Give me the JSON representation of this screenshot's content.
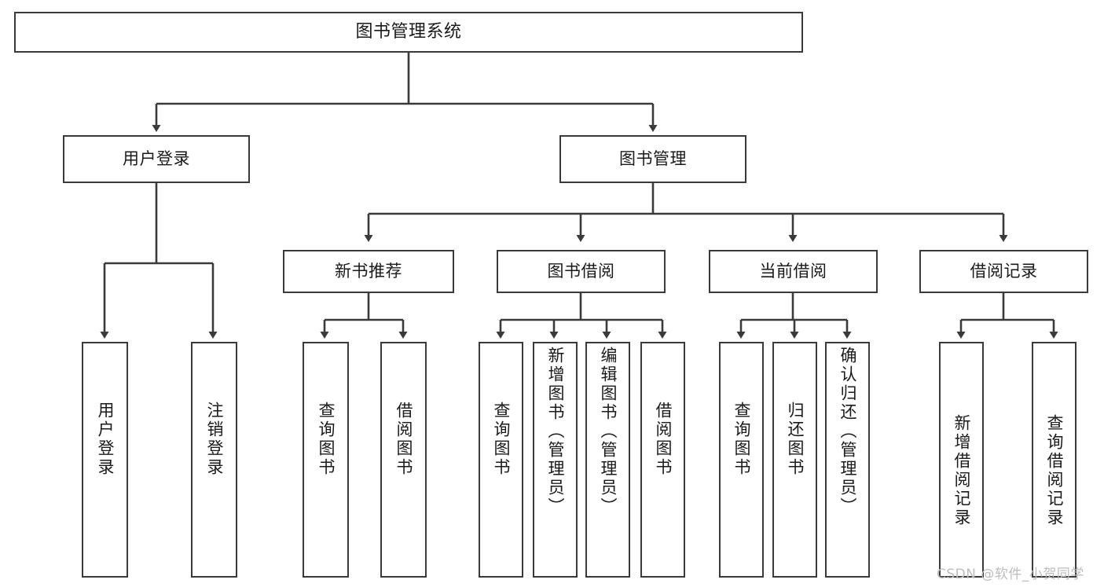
{
  "diagram": {
    "type": "tree",
    "title": "图书管理系统",
    "watermark": "CSDN @软件_小贺同学",
    "colors": {
      "stroke": "#3a3a3a",
      "fill": "#ffffff",
      "text": "#1a1a1a",
      "watermark": "#bdbdbd"
    },
    "nodes": {
      "root": {
        "label": "图书管理系统"
      },
      "level2": [
        {
          "id": "user-login",
          "label": "用户登录"
        },
        {
          "id": "book-manage",
          "label": "图书管理"
        }
      ],
      "level3": [
        {
          "id": "new-book-recommend",
          "label": "新书推荐"
        },
        {
          "id": "book-borrow",
          "label": "图书借阅"
        },
        {
          "id": "current-borrow",
          "label": "当前借阅"
        },
        {
          "id": "borrow-record",
          "label": "借阅记录"
        }
      ],
      "leaves": [
        {
          "id": "leaf-user-login",
          "label": "用户登录",
          "parent": "user-login"
        },
        {
          "id": "leaf-user-logout",
          "label": "注销登录",
          "parent": "user-login"
        },
        {
          "id": "leaf-query-book-1",
          "label": "查询图书",
          "parent": "new-book-recommend"
        },
        {
          "id": "leaf-borrow-book-1",
          "label": "借阅图书",
          "parent": "new-book-recommend"
        },
        {
          "id": "leaf-query-book-2",
          "label": "查询图书",
          "parent": "book-borrow"
        },
        {
          "id": "leaf-add-book",
          "label": "新增图书（管理员）",
          "parent": "book-borrow"
        },
        {
          "id": "leaf-edit-book",
          "label": "编辑图书（管理员）",
          "parent": "book-borrow"
        },
        {
          "id": "leaf-borrow-book-2",
          "label": "借阅图书",
          "parent": "book-borrow"
        },
        {
          "id": "leaf-query-book-3",
          "label": "查询图书",
          "parent": "current-borrow"
        },
        {
          "id": "leaf-return-book",
          "label": "归还图书",
          "parent": "current-borrow"
        },
        {
          "id": "leaf-confirm-return",
          "label": "确认归还（管理员）",
          "parent": "current-borrow"
        },
        {
          "id": "leaf-add-record",
          "label": "新增借阅记录",
          "parent": "borrow-record"
        },
        {
          "id": "leaf-query-record",
          "label": "查询借阅记录",
          "parent": "borrow-record"
        }
      ]
    }
  }
}
